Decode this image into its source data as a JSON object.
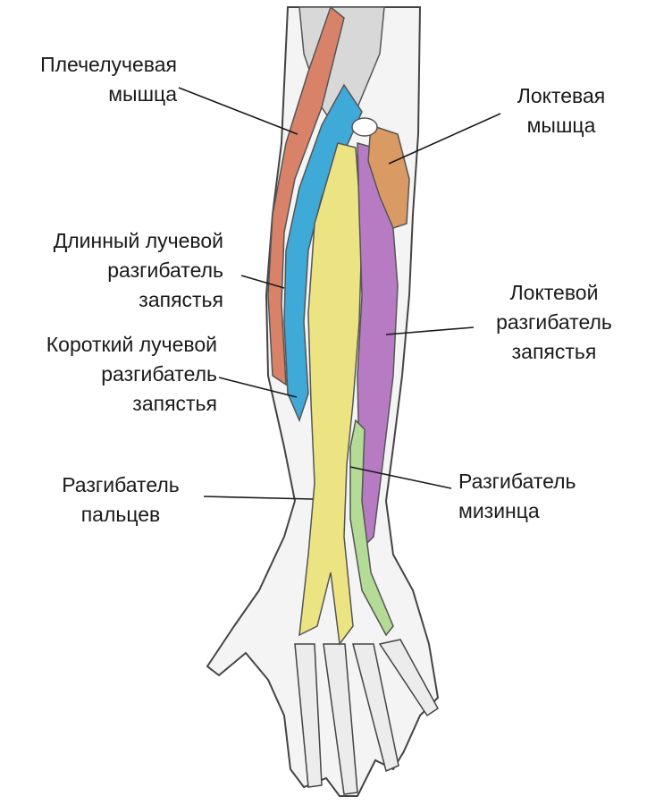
{
  "labels": {
    "brachioradialis": {
      "line1": "Плечелучевая",
      "line2": "мышца"
    },
    "anconeus": {
      "line1": "Локтевая",
      "line2": "мышца"
    },
    "ext_carpi_radialis_longus": {
      "line1": "Длинный лучевой",
      "line2": "разгибатель",
      "line3": "запястья"
    },
    "ext_carpi_radialis_brevis": {
      "line1": "Короткий лучевой",
      "line2": "разгибатель",
      "line3": "запястья"
    },
    "ext_carpi_ulnaris": {
      "line1": "Локтевой",
      "line2": "разгибатель",
      "line3": "запястья"
    },
    "ext_digitorum": {
      "line1": "Разгибатель",
      "line2": "пальцев"
    },
    "ext_digiti_minimi": {
      "line1": "Разгибатель",
      "line2": "мизинца"
    }
  },
  "colors": {
    "brachioradialis": "#d9826a",
    "ext_carpi_radialis_longus": "#3fa9d8",
    "ext_digitorum": "#ece482",
    "ext_carpi_ulnaris": "#b77bc4",
    "anconeus": "#d99a63",
    "ext_digiti_minimi": "#b4dc96",
    "bone_skin": "#f4f4f4",
    "outline": "#333333"
  }
}
